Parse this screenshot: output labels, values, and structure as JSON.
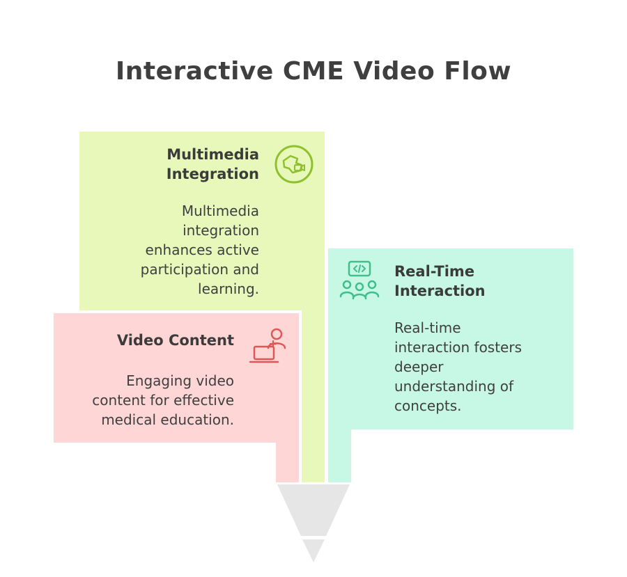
{
  "title": "Interactive CME Video Flow",
  "colors": {
    "multimedia": "#e7f8ba",
    "realtime": "#c6f8e5",
    "video": "#ffd6d6",
    "funnel": "#e6e6e6",
    "multimedia_icon": "#8fc02e",
    "realtime_icon": "#3fbf8c",
    "video_icon": "#e05656"
  },
  "steps": [
    {
      "heading_lines": [
        "Multimedia",
        "Integration"
      ],
      "description_lines": [
        "Multimedia",
        "integration",
        "enhances active",
        "participation and",
        "learning."
      ],
      "icon": "multimedia-icon"
    },
    {
      "heading_lines": [
        "Real-Time",
        "Interaction"
      ],
      "description_lines": [
        "Real-time",
        "interaction fosters",
        "deeper",
        "understanding of",
        "concepts."
      ],
      "icon": "people-code-icon"
    },
    {
      "heading_lines": [
        "Video Content"
      ],
      "description_lines": [
        "Engaging video",
        "content for effective",
        "medical education."
      ],
      "icon": "laptop-user-icon"
    }
  ]
}
